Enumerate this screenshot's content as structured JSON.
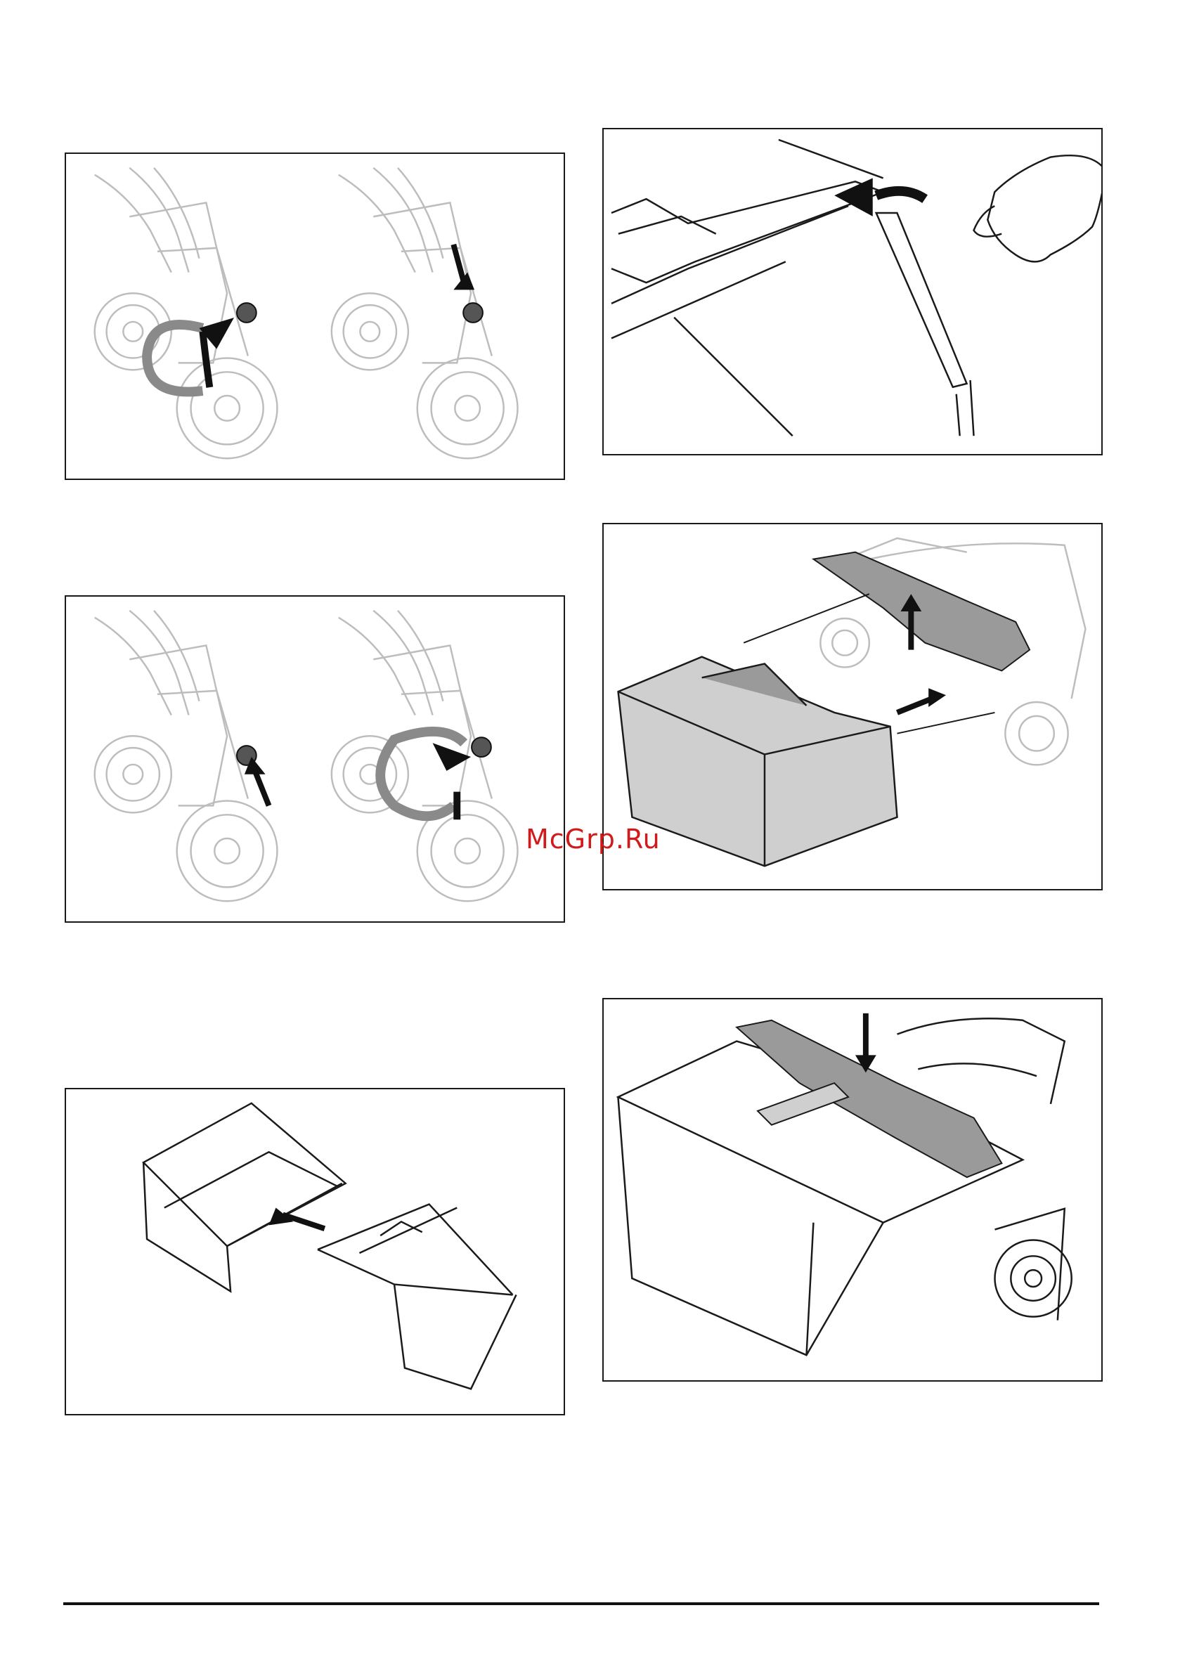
{
  "page": {
    "watermark": "McGrp.Ru",
    "watermark_color": "#d11a1a",
    "line_color": "#1a1a1a",
    "light_line_color": "#bdbdbd",
    "fill_gray": "#cfcfcf"
  },
  "figures": [
    {
      "id": "handle-knob-loosen",
      "icons": [
        "rotate-counterclockwise-arrow-icon",
        "push-down-arrow-icon"
      ]
    },
    {
      "id": "handle-knob-tighten",
      "icons": [
        "lift-up-arrow-icon",
        "rotate-clockwise-arrow-icon"
      ]
    },
    {
      "id": "grass-bag-frame-insert",
      "icons": [
        "insert-arrow-icon"
      ]
    },
    {
      "id": "bag-clip-fold",
      "icons": [
        "fold-arrow-icon"
      ]
    },
    {
      "id": "grass-catcher-lift-door",
      "icons": [
        "lift-up-arrow-icon",
        "insert-arrow-icon"
      ]
    },
    {
      "id": "grass-catcher-lower-door",
      "icons": [
        "push-down-arrow-icon"
      ]
    }
  ]
}
